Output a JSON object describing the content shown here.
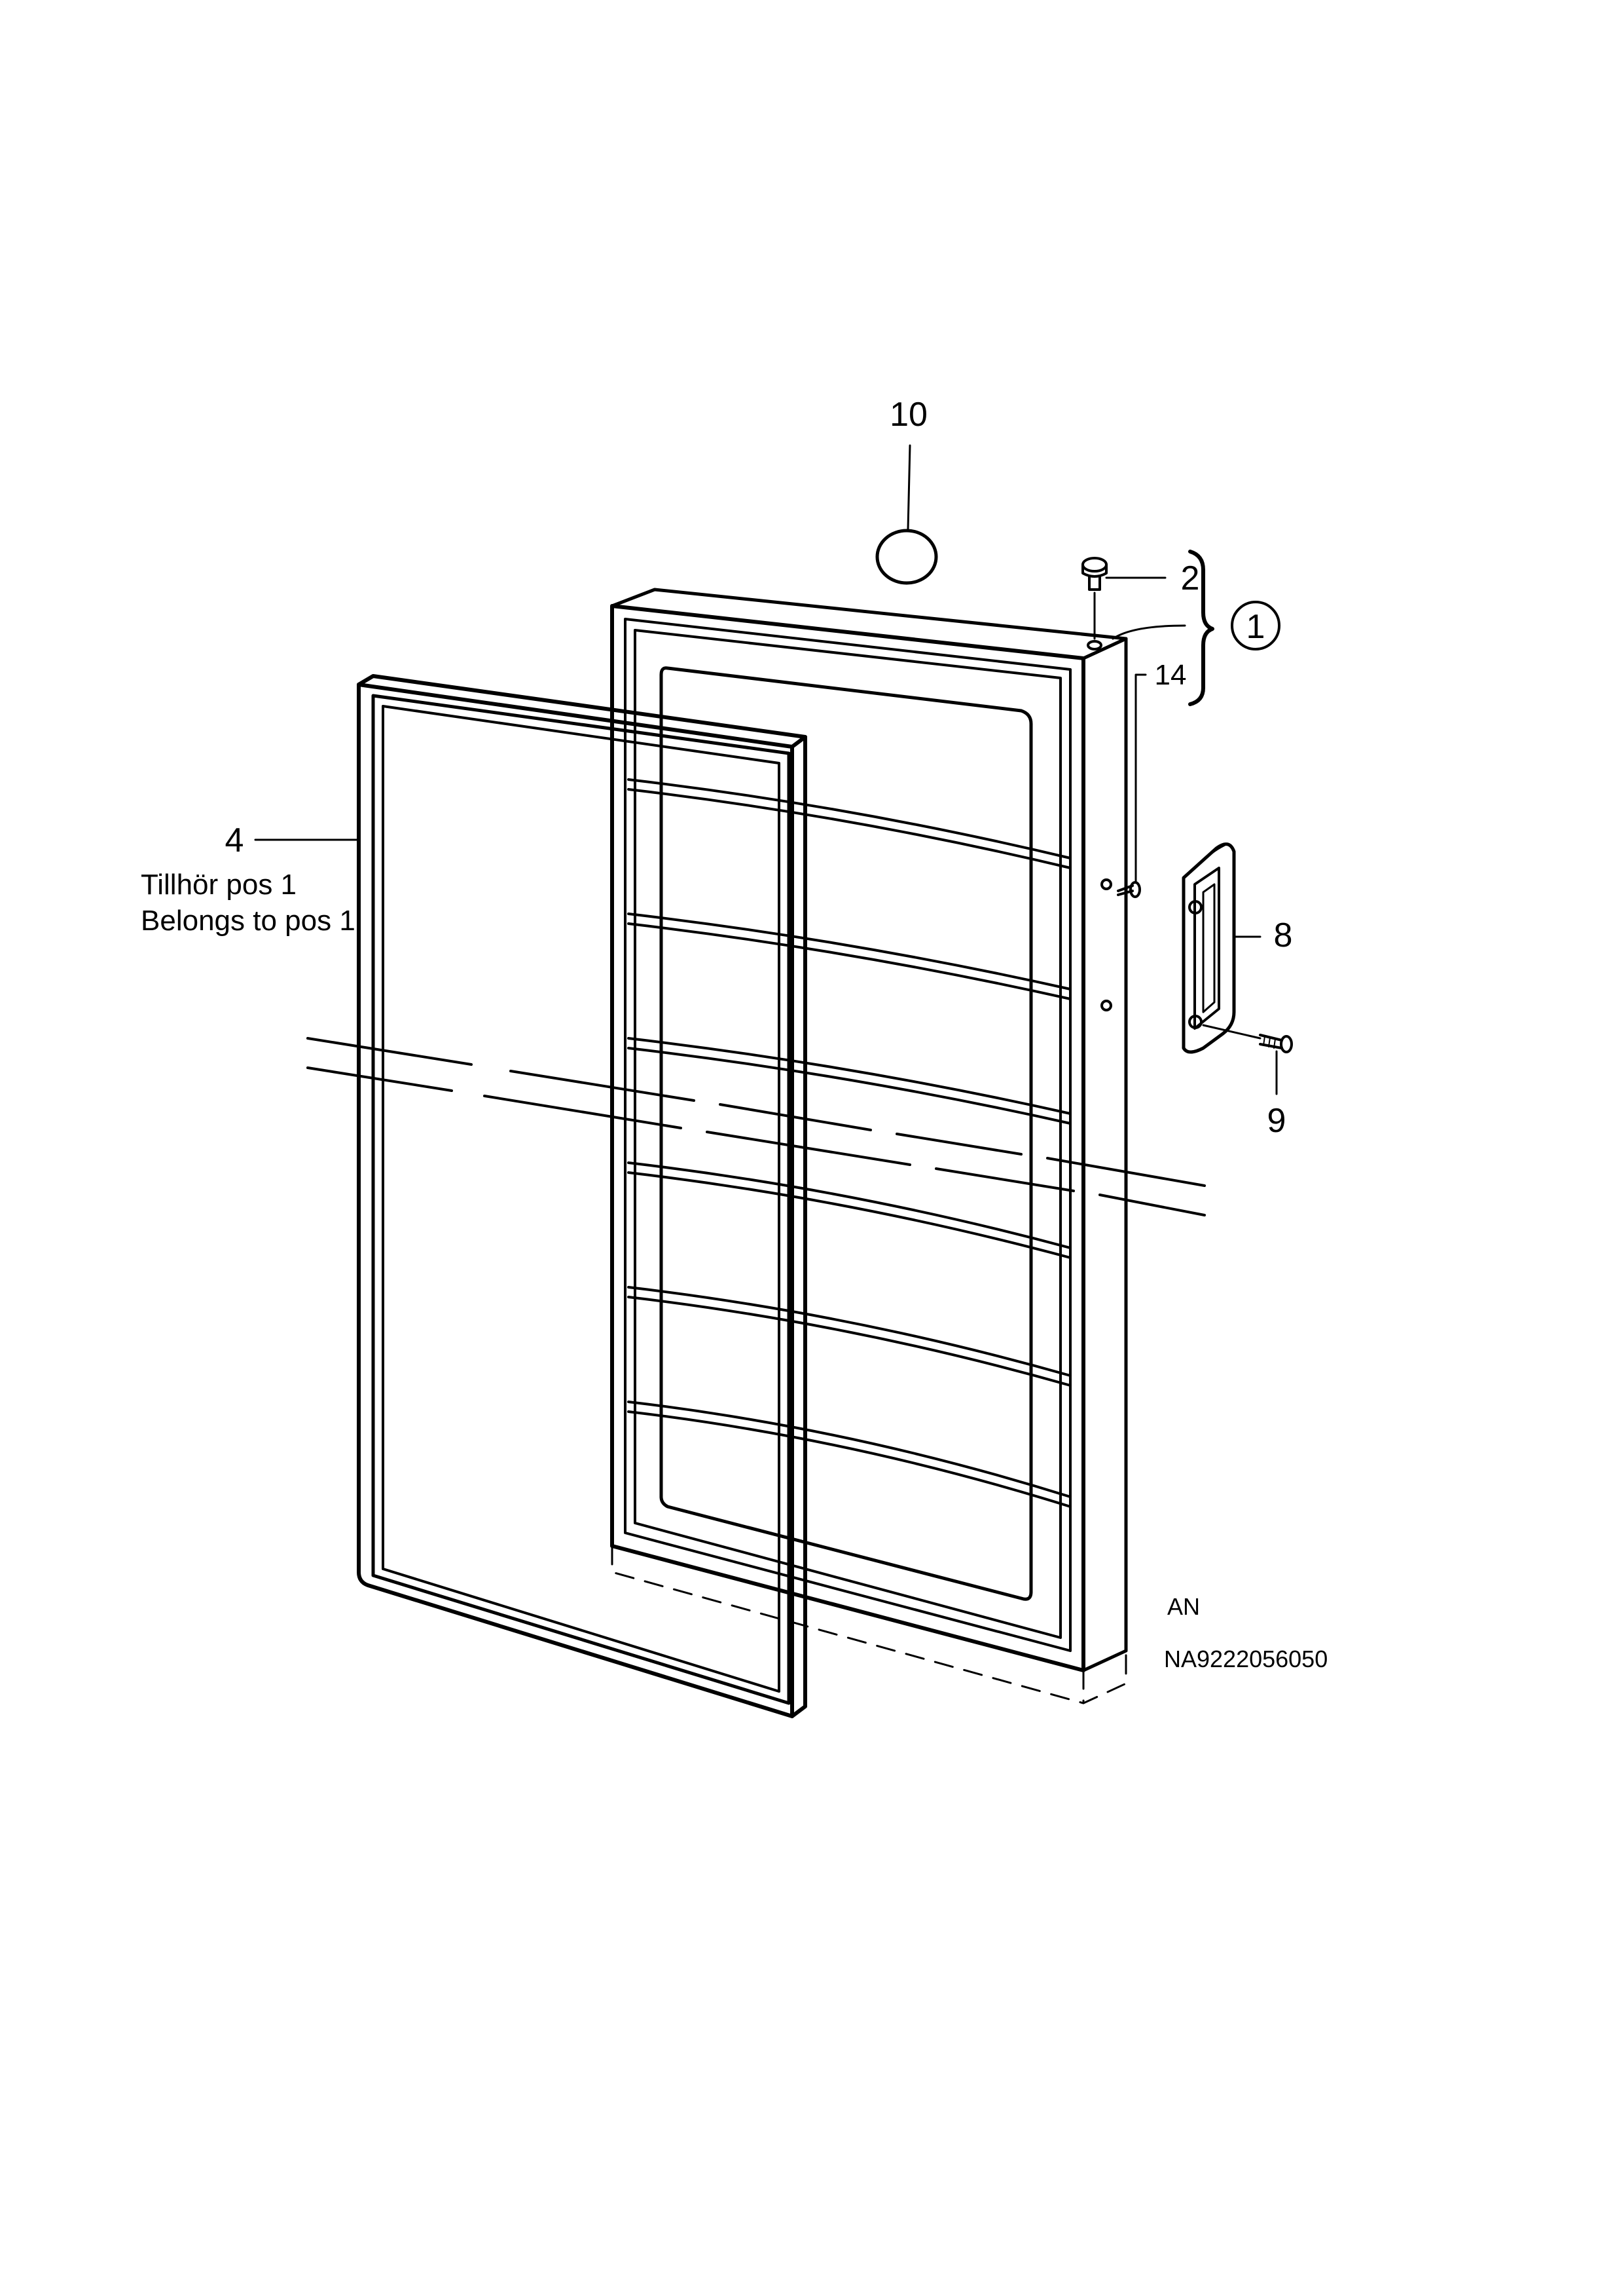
{
  "callouts": {
    "part_10": "10",
    "part_2": "2",
    "part_1": "1",
    "part_14": "14",
    "part_4": "4",
    "part_8": "8",
    "part_9": "9"
  },
  "notes": {
    "belongs_sv": "Tillhör pos 1",
    "belongs_en": "Belongs to pos 1"
  },
  "drawing_code": {
    "line1": "AN",
    "line2": "NA9222056050"
  }
}
